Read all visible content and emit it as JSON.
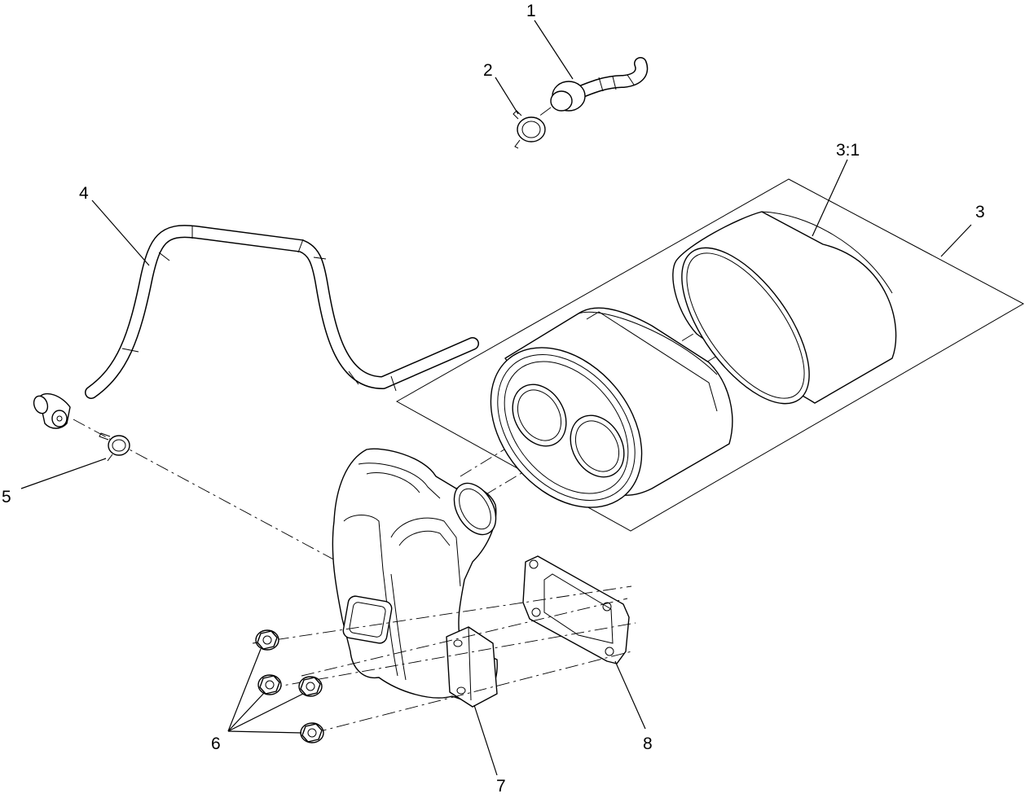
{
  "diagram": {
    "callouts": {
      "c1": "1",
      "c2": "2",
      "c3": "3",
      "c3_1": "3:1",
      "c4": "4",
      "c5": "5",
      "c6": "6",
      "c7": "7",
      "c8": "8"
    }
  }
}
